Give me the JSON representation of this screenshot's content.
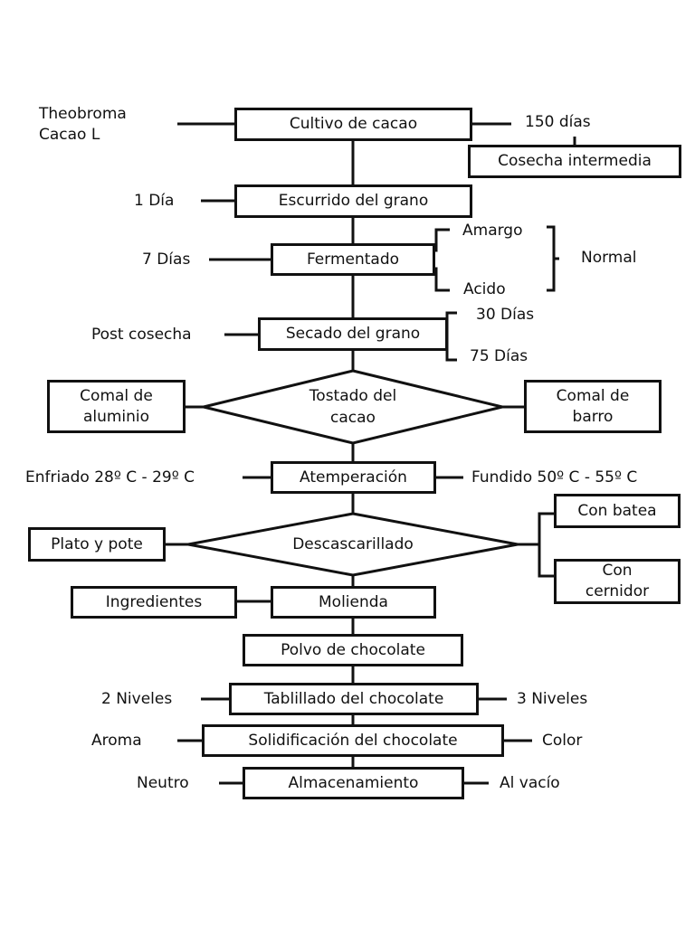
{
  "diagram": {
    "type": "process-flowchart",
    "line_color": "#111111",
    "background": "#ffffff"
  },
  "nodes": {
    "cultivo": "Cultivo de cacao",
    "cosecha": "Cosecha intermedia",
    "escurrido": "Escurrido del grano",
    "fermentado": "Fermentado",
    "secado": "Secado del grano",
    "tostado_l1": "Tostado del",
    "tostado_l2": "cacao",
    "comal_alum_l1": "Comal de",
    "comal_alum_l2": "aluminio",
    "comal_barro_l1": "Comal de",
    "comal_barro_l2": "barro",
    "atemperacion": "Atemperación",
    "descascarillado": "Descascarillado",
    "plato": "Plato y pote",
    "batea": "Con batea",
    "cernidor_l1": "Con",
    "cernidor_l2": "cernidor",
    "ingredientes": "Ingredientes",
    "molienda": "Molienda",
    "polvo": "Polvo de chocolate",
    "tablillado": "Tablillado del chocolate",
    "solidificacion": "Solidificación del chocolate",
    "almacenamiento": "Almacenamiento"
  },
  "labels": {
    "theobroma_l1": "Theobroma",
    "theobroma_l2": "Cacao L",
    "dias150": "150 días",
    "dia1": "1 Día",
    "dias7": "7 Días",
    "amargo": "Amargo",
    "acido": "Acido",
    "normal": "Normal",
    "post": "Post cosecha",
    "dias30": "30 Días",
    "dias75": "75 Días",
    "enfriado": "Enfriado 28º C - 29º C",
    "fundido": "Fundido 50º C - 55º C",
    "niveles2": "2 Niveles",
    "niveles3": "3 Niveles",
    "aroma": "Aroma",
    "color": "Color",
    "neutro": "Neutro",
    "vacio": "Al vacío"
  }
}
